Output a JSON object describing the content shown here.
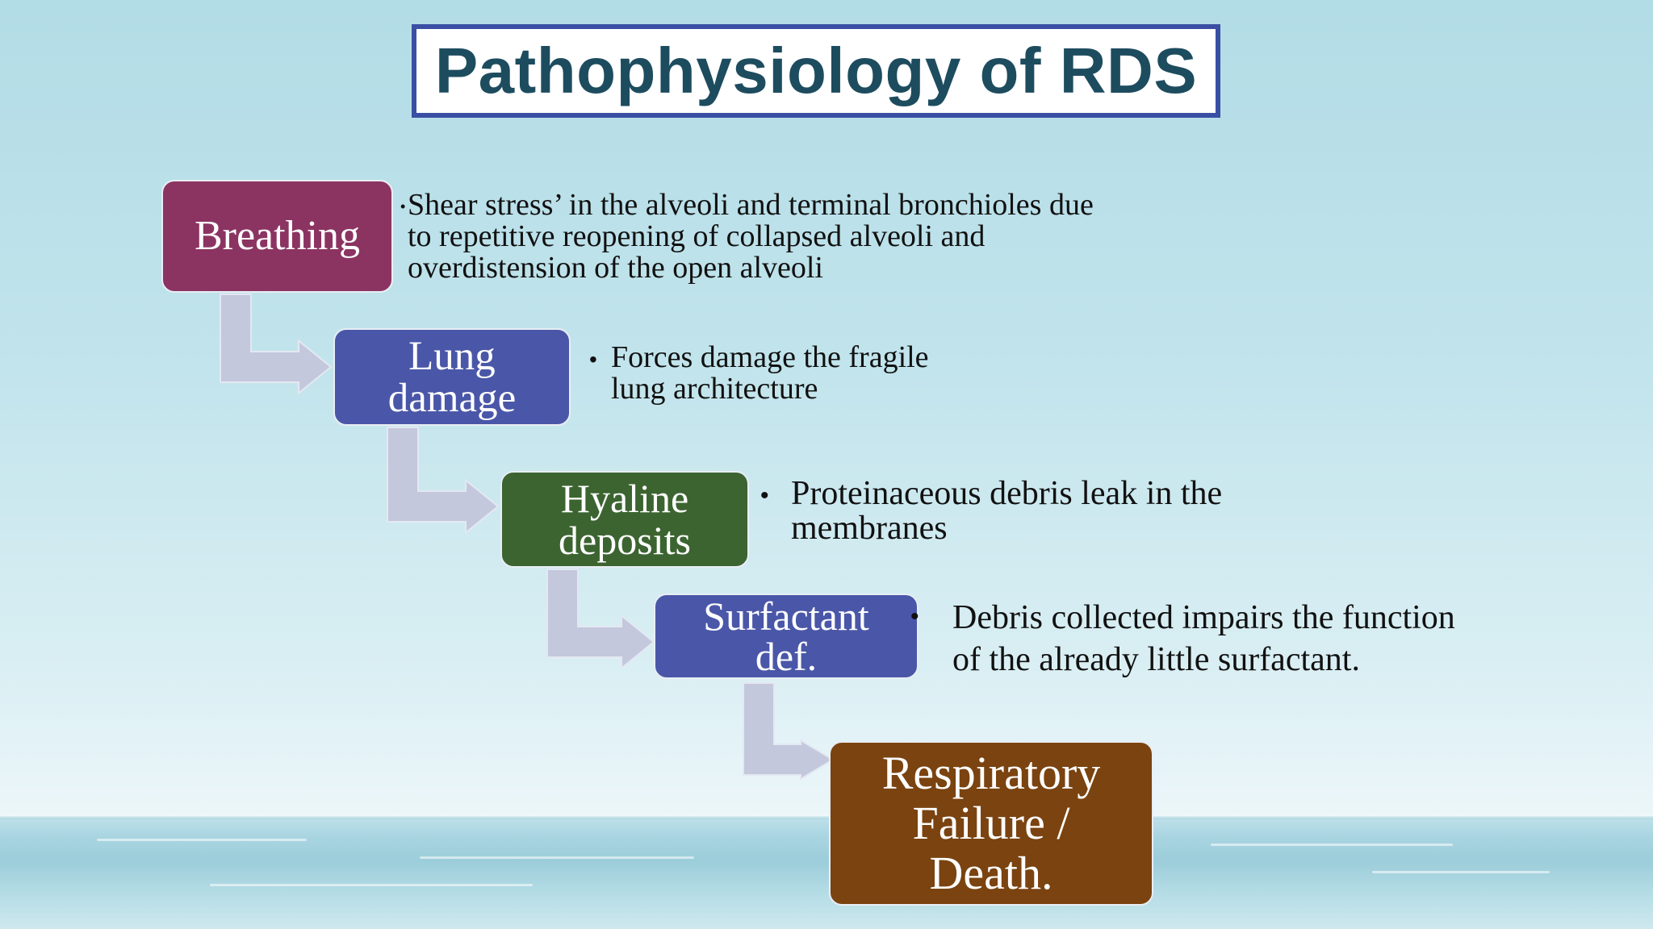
{
  "title": "Pathophysiology of RDS",
  "colors": {
    "title_text": "#1d4c5f",
    "title_border": "#3a4fa3",
    "arrow": "#c4c8dd",
    "step_breathing": "#8b3462",
    "step_lung_damage": "#4a57a8",
    "step_hyaline": "#3c6431",
    "step_surfactant": "#4a57a8",
    "step_failure": "#7a4310"
  },
  "steps": [
    {
      "lines": [
        "Breathing"
      ]
    },
    {
      "lines": [
        "Lung",
        "damage"
      ]
    },
    {
      "lines": [
        "Hyaline",
        "deposits"
      ]
    },
    {
      "lines": [
        "Surfactant",
        "def."
      ]
    },
    {
      "lines": [
        "Respiratory",
        "Failure /",
        "Death."
      ]
    }
  ],
  "descriptions": [
    {
      "bullet": "•",
      "lines": [
        "Shear stress’ in the alveoli and terminal bronchioles due",
        "to repetitive reopening of collapsed alveoli and",
        "overdistension of the open alveoli"
      ]
    },
    {
      "bullet": "•",
      "lines": [
        "Forces damage the fragile",
        "lung architecture"
      ]
    },
    {
      "bullet": "•",
      "lines": [
        "Proteinaceous debris leak in the",
        "membranes"
      ]
    },
    {
      "bullet": "•",
      "lines": [
        "Debris collected impairs the function",
        "of the already little surfactant."
      ]
    }
  ]
}
